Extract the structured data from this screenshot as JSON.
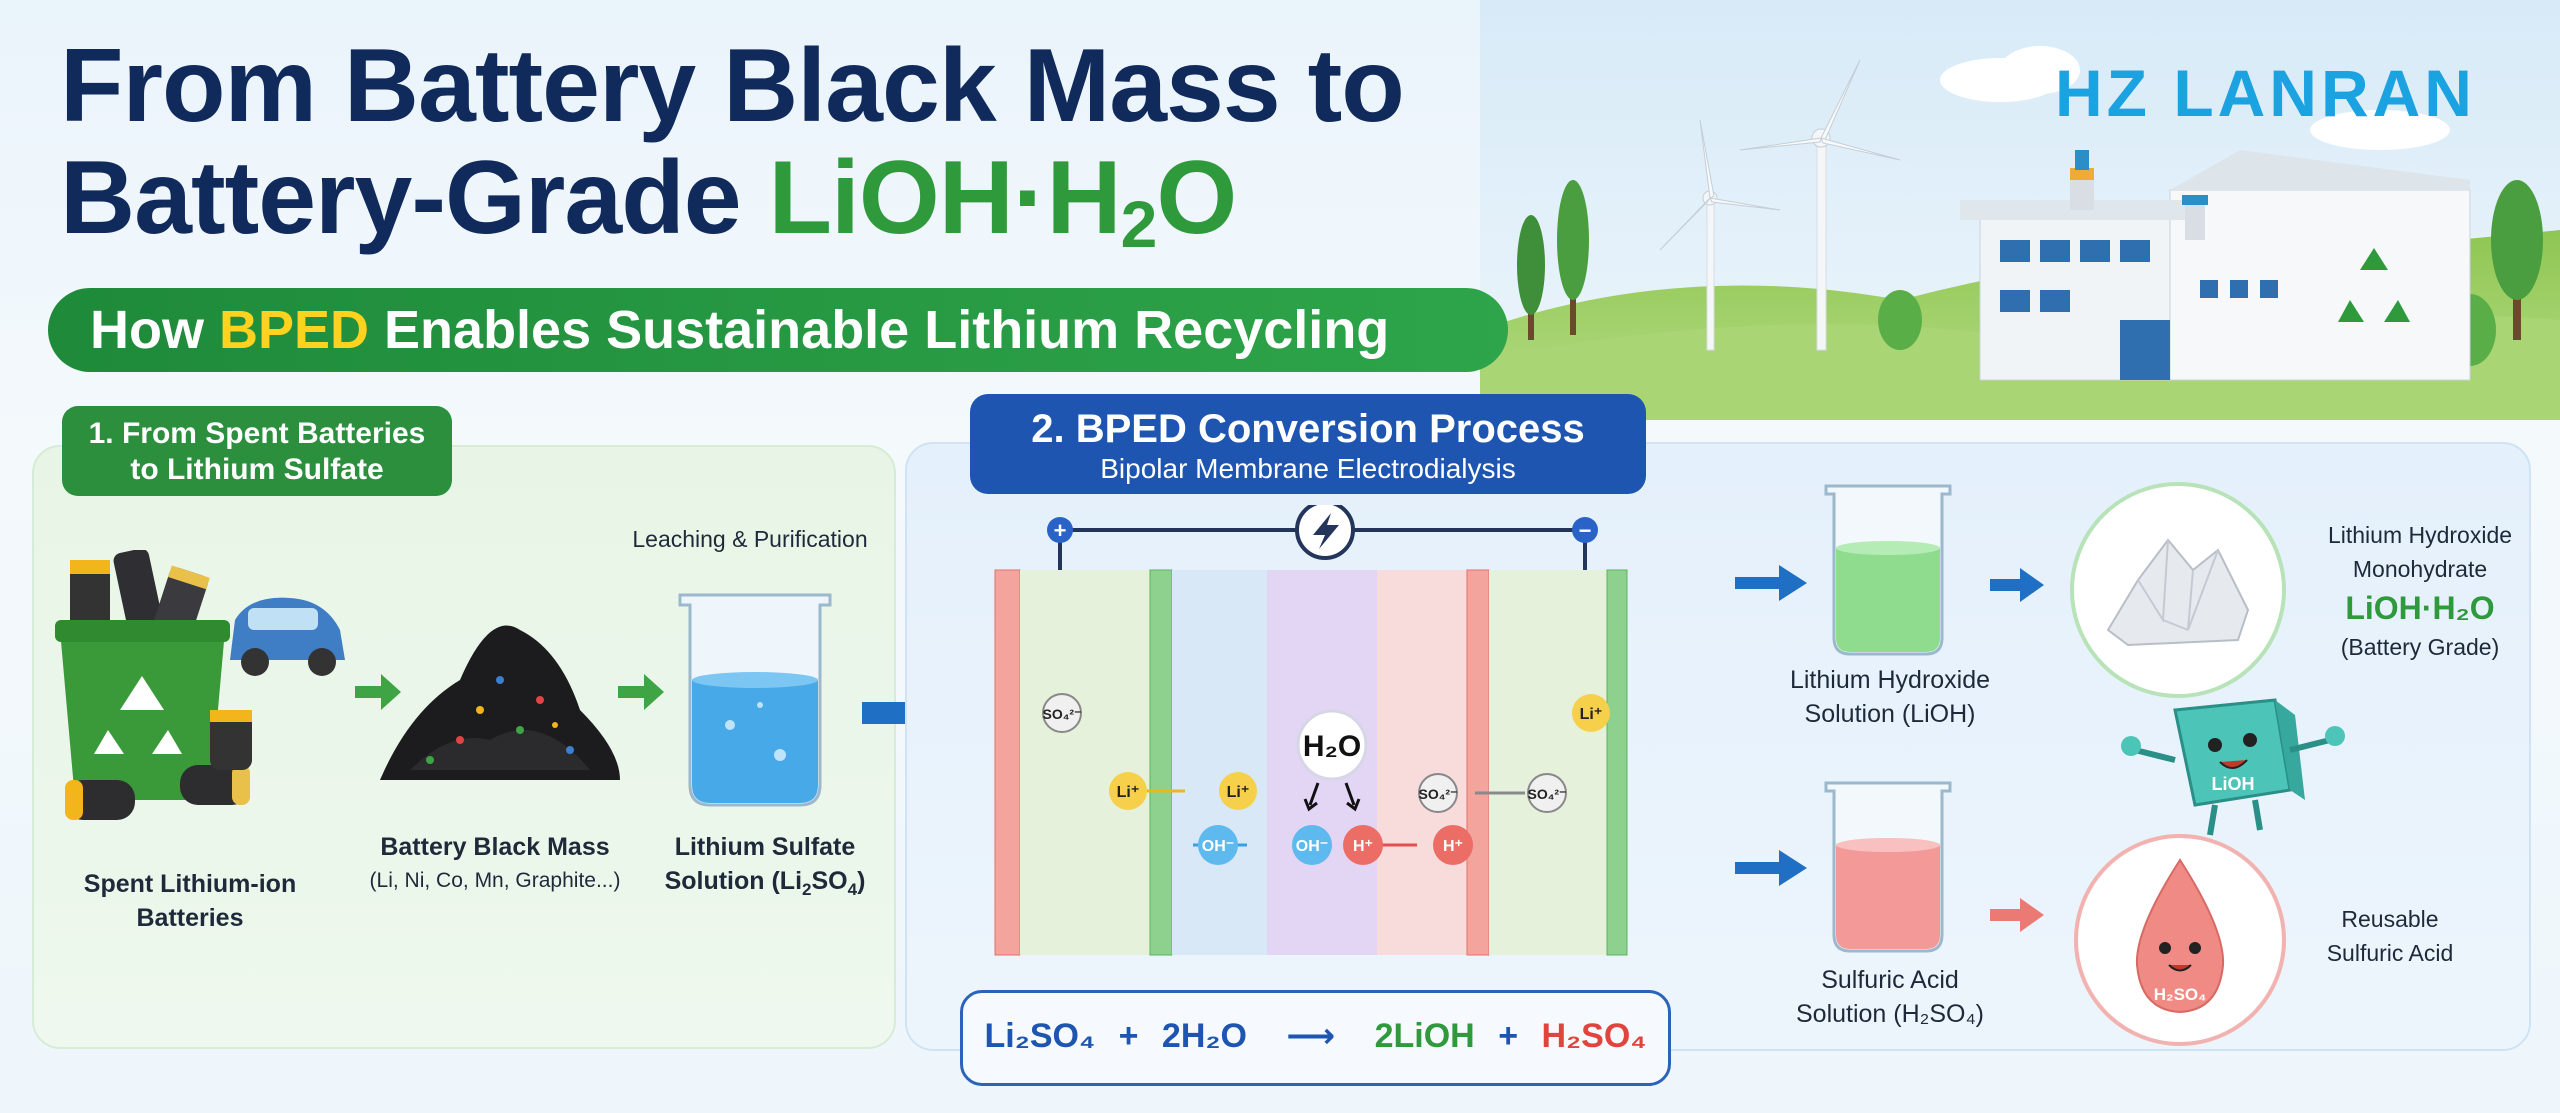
{
  "header": {
    "title_line1": "From Battery Black Mass to",
    "title_line2_prefix": "Battery-Grade ",
    "title_formula": "LiOH·H",
    "title_formula_sub": "2",
    "title_formula_end": "O",
    "subtitle_prefix": "How ",
    "subtitle_highlight": "BPED",
    "subtitle_suffix": " Enables Sustainable Lithium Recycling",
    "brand": "HZ LANRAN"
  },
  "panel1": {
    "tag_line1": "1. From Spent Batteries",
    "tag_line2": "to Lithium Sulfate",
    "step_label": "Leaching & Purification",
    "items": [
      {
        "line1": "Spent Lithium-ion",
        "line2": "Batteries"
      },
      {
        "line1": "Battery Black Mass",
        "line2": "(Li, Ni, Co, Mn, Graphite...)"
      },
      {
        "line1": "Lithium Sulfate",
        "line2_prefix": "Solution (Li",
        "line2_sub": "2",
        "line2_mid": "SO",
        "line2_sub2": "4",
        "line2_end": ")"
      }
    ]
  },
  "panel2": {
    "tag_title": "2. BPED Conversion Process",
    "tag_subtitle": "Bipolar Membrane Electrodialysis",
    "cell": {
      "plus": "+",
      "minus": "−",
      "water": "H₂O",
      "ions": {
        "so4_left": "SO₄²⁻",
        "li_left": "Li⁺",
        "li_mid": "Li⁺",
        "oh_left": "OH⁻",
        "oh_mid": "OH⁻",
        "h_mid": "H⁺",
        "h_right": "H⁺",
        "so4_mid": "SO₄²⁻",
        "so4_right": "SO₄²⁻",
        "li_right": "Li⁺"
      }
    },
    "equation": {
      "reactant1": "Li₂SO₄",
      "plus1": "+",
      "reactant2": "2H₂O",
      "arrow": "⟶",
      "product1": "2LiOH",
      "plus2": "+",
      "product2": "H₂SO₄"
    },
    "outputs": {
      "lioh_solution_line1": "Lithium Hydroxide",
      "lioh_solution_line2": "Solution (LiOH)",
      "product_line1": "Lithium Hydroxide",
      "product_line2": "Monohydrate",
      "product_formula": "LiOH·H₂O",
      "product_grade": "(Battery Grade)",
      "mascot_lioh": "LiOH",
      "acid_solution_line1": "Sulfuric Acid",
      "acid_solution_line2": "Solution (H₂SO₄)",
      "reuse_line1": "Reusable",
      "reuse_line2": "Sulfuric Acid",
      "mascot_acid": "H₂SO₄"
    }
  },
  "colors": {
    "navy": "#102a5c",
    "green": "#2e9a3c",
    "blue": "#1d55b0",
    "red": "#e0443c",
    "yellow": "#ffd21f"
  }
}
